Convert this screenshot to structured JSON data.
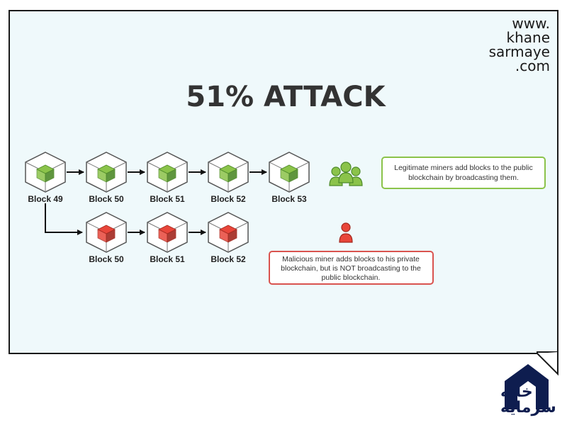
{
  "title": "51% ATTACK",
  "url_lines": [
    "www.",
    "khane",
    "sarmaye",
    ".com"
  ],
  "logo_text": [
    "خانه",
    "سرمایه"
  ],
  "colors": {
    "panel_bg": "#eff9fb",
    "frame": "#1a1a1a",
    "green": "#8bc34a",
    "green_dark": "#4e8a2a",
    "red": "#e8463a",
    "red_dark": "#a3281f",
    "legit_border": "#8bc34a",
    "malicious_border": "#d9534f",
    "logo": "#0e1d4f"
  },
  "public_chain": [
    {
      "label": "Block 49"
    },
    {
      "label": "Block 50"
    },
    {
      "label": "Block 51"
    },
    {
      "label": "Block 52"
    },
    {
      "label": "Block 53"
    }
  ],
  "private_chain": [
    {
      "label": "Block 50"
    },
    {
      "label": "Block 51"
    },
    {
      "label": "Block 52"
    }
  ],
  "legit_note": [
    "Legitimate miners add blocks to the public",
    "blockchain by broadcasting them."
  ],
  "malicious_note": [
    "Malicious miner adds blocks to his private",
    "blockchain, but is NOT broadcasting to the",
    "public blockchain."
  ],
  "icons": {
    "legit": "group-of-people-icon",
    "malicious": "person-icon"
  }
}
